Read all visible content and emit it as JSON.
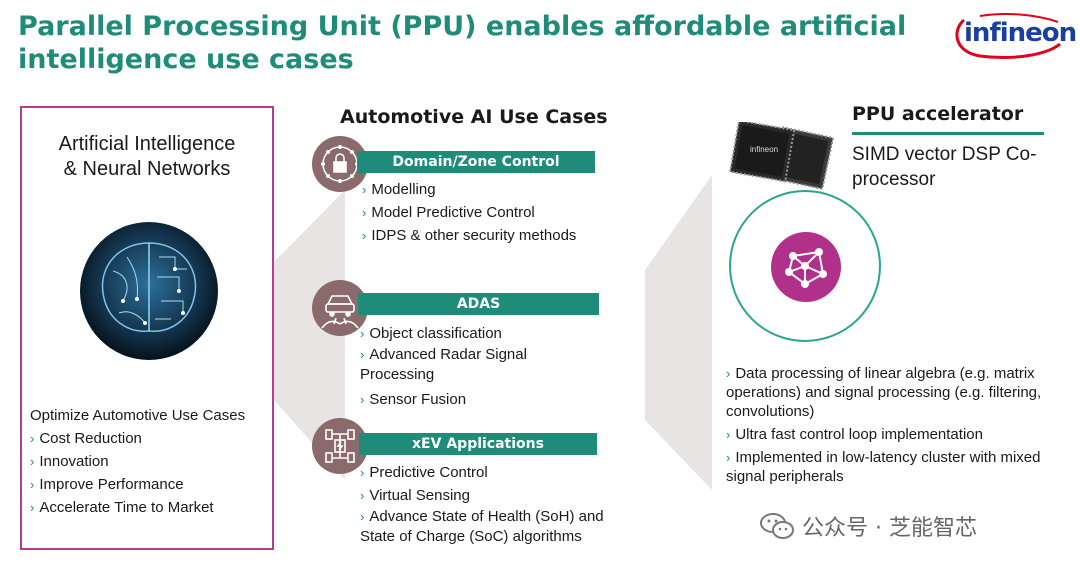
{
  "title": "Parallel Processing Unit (PPU) enables affordable artificial intelligence use cases",
  "logo": {
    "text": "infineon",
    "brand_color": "#1a3fa0"
  },
  "colors": {
    "accent": "#1f8c7a",
    "box_border": "#b73b8e",
    "icon_bg": "#8a6a6a",
    "ppu_magenta": "#b1308a"
  },
  "left": {
    "heading_line1": "Artificial Intelligence",
    "heading_line2": "& Neural Networks",
    "lead": "Optimize Automotive Use Cases",
    "items": [
      "Cost Reduction",
      "Innovation",
      "Improve Performance",
      "Accelerate Time to Market"
    ]
  },
  "middle": {
    "heading": "Automotive AI Use Cases",
    "cases": [
      {
        "label": "Domain/Zone Control",
        "icon": "lock-network-icon",
        "items": [
          "Modelling",
          "Model Predictive Control",
          "IDPS & other security methods"
        ]
      },
      {
        "label": "ADAS",
        "icon": "car-road-icon",
        "items": [
          "Object classification",
          "Advanced Radar Signal Processing",
          "Sensor Fusion"
        ]
      },
      {
        "label": "xEV Applications",
        "icon": "ev-chassis-icon",
        "items": [
          "Predictive Control",
          "Virtual Sensing",
          "Advance State of Health (SoH) and State of Charge (SoC) algorithms"
        ]
      }
    ]
  },
  "right": {
    "heading": "PPU accelerator",
    "sub_line1": "SIMD vector DSP Co-",
    "sub_line2": "processor",
    "chip_text": "infineon",
    "items": [
      "Data processing of linear algebra (e.g. matrix operations) and signal processing (e.g. filtering, convolutions)",
      "Ultra fast control loop implementation",
      "Implemented in low-latency cluster with mixed signal peripherals"
    ]
  },
  "watermark": "公众号 · 芝能智芯"
}
